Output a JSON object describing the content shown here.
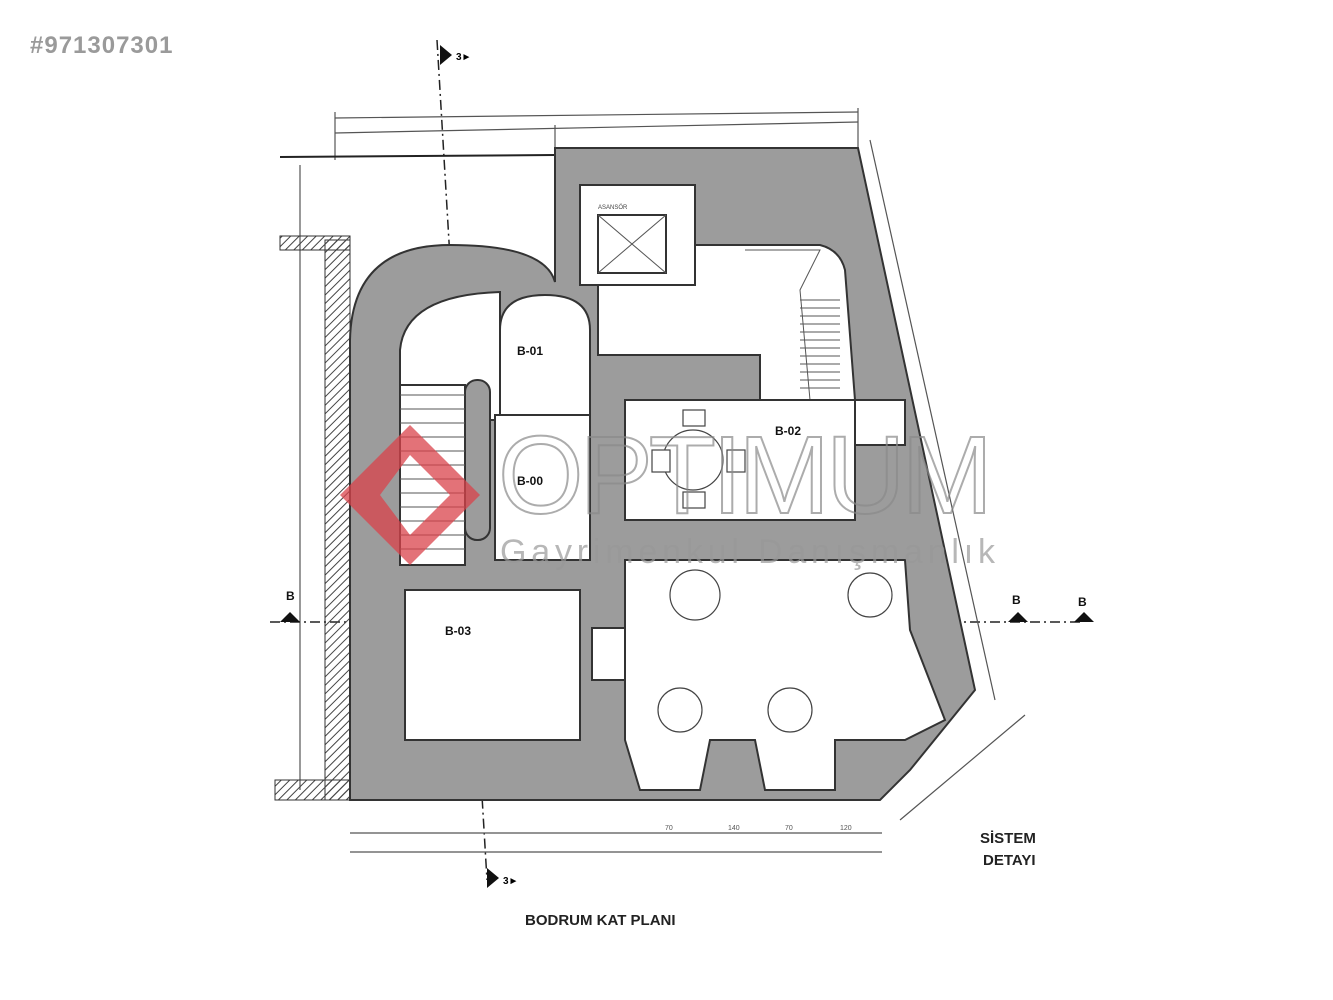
{
  "listing_id": "#971307301",
  "plan_title": "BODRUM KAT PLANI",
  "detail_title_line1": "SİSTEM",
  "detail_title_line2": "DETAYI",
  "rooms": [
    {
      "code": "B-01"
    },
    {
      "code": "B-00"
    },
    {
      "code": "B-02"
    },
    {
      "code": "B-03"
    }
  ],
  "elevator_label": "ASANSÖR",
  "section_marker": "B",
  "dimensions_bottom": [
    "70",
    "140",
    "70",
    "120"
  ],
  "watermark": {
    "brand": "OPTIMUM",
    "tagline": "Gayrimenkul Danışmanlık",
    "accent": "#d9434b"
  }
}
